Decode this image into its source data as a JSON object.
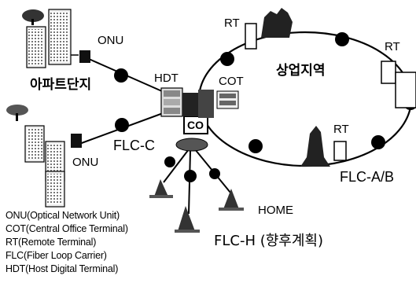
{
  "labels": {
    "onu_top": "ONU",
    "apartment": "아파트단지",
    "hdt": "HDT",
    "cot": "COT",
    "co": "CO",
    "flc_c": "FLC-C",
    "onu_bottom": "ONU",
    "rt_top": "RT",
    "rt_right": "RT",
    "rt_bottom": "RT",
    "commercial": "상업지역",
    "flc_ab": "FLC-A/B",
    "home": "HOME",
    "flc_h": "FLC-H (향후계획)"
  },
  "legend": [
    "ONU(Optical Network Unit)",
    "COT(Central Office Terminal)",
    "RT(Remote Terminal)",
    "FLC(Fiber Loop Carrier)",
    "HDT(Host Digital Terminal)"
  ],
  "icons": [
    "tree-icon",
    "apartment-building-icon",
    "onu-box-icon",
    "server-rack-icon",
    "city-skyline-icon",
    "house-icon",
    "cable-node-icon"
  ]
}
